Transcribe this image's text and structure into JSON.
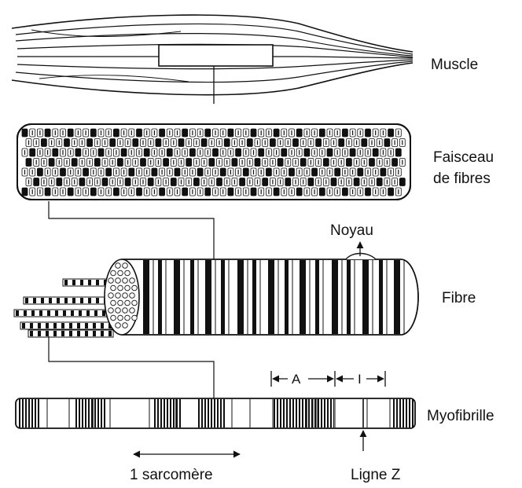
{
  "labels": {
    "muscle": "Muscle",
    "faisceau_line1": "Faisceau",
    "faisceau_line2": "de fibres",
    "noyau": "Noyau",
    "fibre": "Fibre",
    "myofibrille": "Myofibrille",
    "band_a": "A",
    "band_i": "I",
    "sarcomere": "1 sarcomère",
    "ligne_z": "Ligne Z"
  },
  "colors": {
    "ink": "#111111",
    "paper": "#ffffff"
  }
}
